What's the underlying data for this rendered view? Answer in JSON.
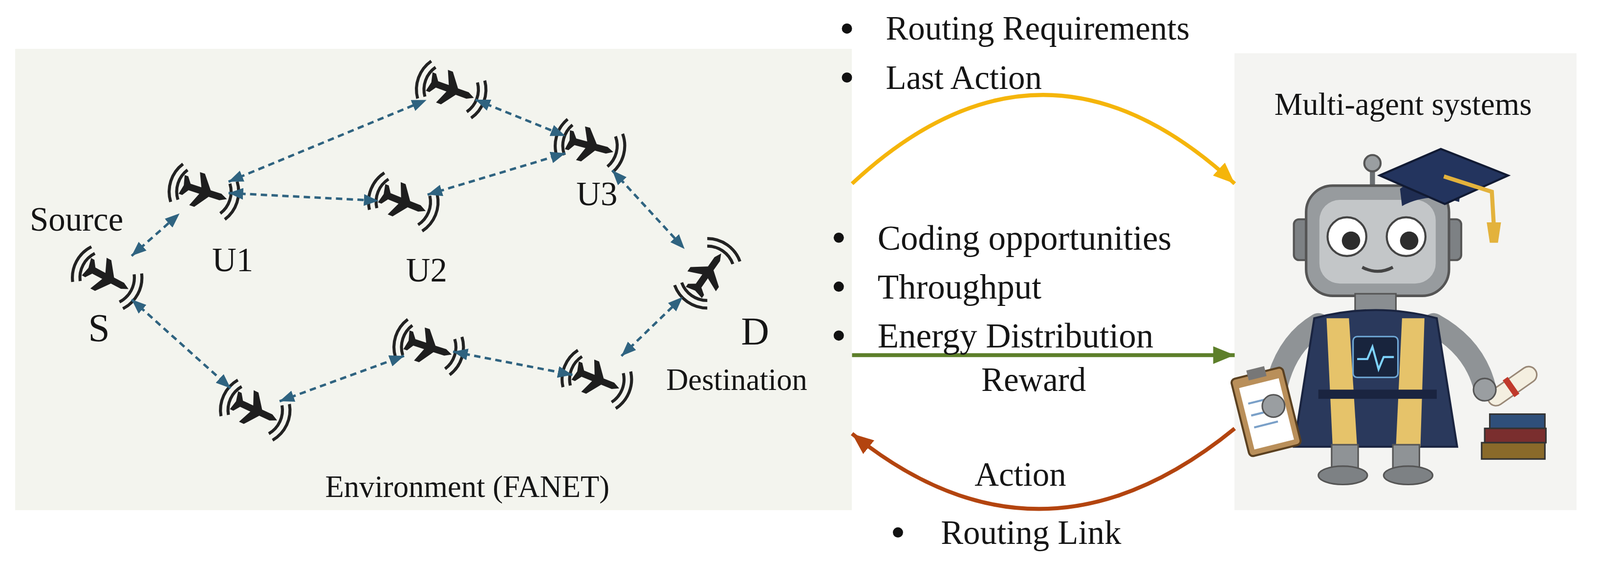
{
  "diagram": {
    "nodes": [
      {
        "text": [
          "Environment (FANET)"
        ]
      },
      {
        "text": [
          "Source",
          "S"
        ],
        "in": 0
      },
      {
        "text": [
          "U1"
        ],
        "in": 0
      },
      {
        "text": [],
        "in": 0
      },
      {
        "text": [
          "U2"
        ],
        "in": 0
      },
      {
        "text": [
          "U3"
        ],
        "in": 0
      },
      {
        "text": [
          "D",
          "Destination"
        ],
        "in": 0
      },
      {
        "text": [],
        "in": 0
      },
      {
        "text": [],
        "in": 0
      },
      {
        "text": [],
        "in": 0
      },
      {
        "text": [
          "Multi-agent systems"
        ]
      }
    ],
    "edges": [
      {
        "from": 1,
        "to": 2,
        "arrow": "both"
      },
      {
        "from": 2,
        "to": 3,
        "arrow": "both"
      },
      {
        "from": 2,
        "to": 4,
        "arrow": "both"
      },
      {
        "from": 4,
        "to": 5,
        "arrow": "both"
      },
      {
        "from": 3,
        "to": 5,
        "arrow": "both"
      },
      {
        "from": 5,
        "to": 6,
        "arrow": "both"
      },
      {
        "from": 1,
        "to": 7,
        "arrow": "both"
      },
      {
        "from": 7,
        "to": 8,
        "arrow": "both"
      },
      {
        "from": 8,
        "to": 9,
        "arrow": "both"
      },
      {
        "from": 9,
        "to": 6,
        "arrow": "both"
      },
      {
        "from": 0,
        "to": 10,
        "arrow": "to"
      },
      {
        "from": 0,
        "to": 10,
        "label": "Reward",
        "arrow": "to"
      },
      {
        "from": 10,
        "to": 0,
        "label": "Action",
        "arrow": "to"
      }
    ],
    "labels": [
      "Routing Requirements",
      "Last Action",
      "Coding opportunities",
      "Throughput",
      "Energy Distribution",
      "Routing Link"
    ]
  }
}
